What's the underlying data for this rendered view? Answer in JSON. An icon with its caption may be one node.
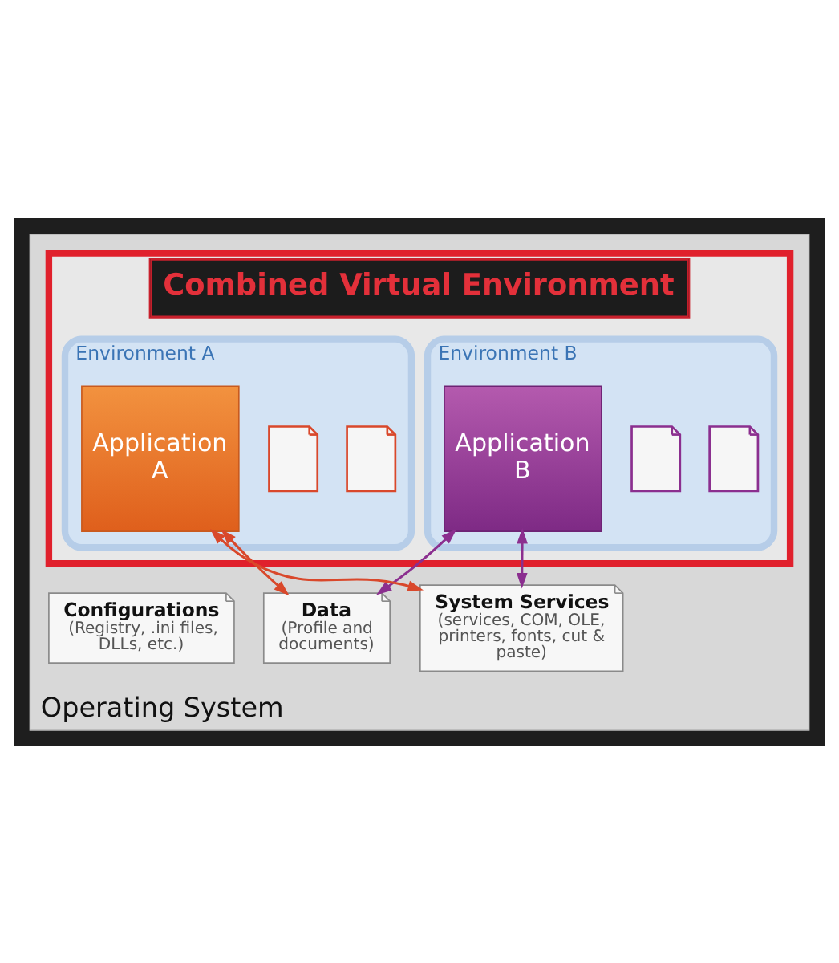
{
  "diagram": {
    "nodes": [
      {
        "text": [
          "Operating System"
        ]
      },
      {
        "text": [
          "Combined Virtual Environment"
        ],
        "in": 0
      },
      {
        "text": [
          "Environment A"
        ],
        "in": 1
      },
      {
        "text": [
          "Application A"
        ],
        "in": 2
      },
      {
        "text": [],
        "shape": "picture",
        "in": 2
      },
      {
        "text": [],
        "shape": "picture",
        "in": 2
      },
      {
        "text": [
          "Environment B"
        ],
        "in": 1
      },
      {
        "text": [
          "Application B"
        ],
        "in": 6
      },
      {
        "text": [],
        "shape": "picture",
        "in": 6
      },
      {
        "text": [],
        "shape": "picture",
        "in": 6
      },
      {
        "text": [
          "Data",
          "(Profile and documents)"
        ],
        "in": 0
      },
      {
        "text": [
          "System Services",
          "(services, COM, OLE, printers, fonts, cut & paste)"
        ],
        "in": 0
      },
      {
        "text": [
          "Configurations",
          "(Registry, .ini files, DLLs, etc.)"
        ],
        "in": 0
      }
    ],
    "edges": [
      {
        "from": 3,
        "to": 10,
        "arrow": "both",
        "color": "#d9482b"
      },
      {
        "from": 3,
        "to": 11,
        "arrow": "both",
        "color": "#d9482b"
      },
      {
        "from": 7,
        "to": 11,
        "arrow": "both",
        "color": "#8b2f8f"
      },
      {
        "from": 7,
        "to": 10,
        "arrow": "both",
        "color": "#8b2f8f"
      }
    ]
  }
}
